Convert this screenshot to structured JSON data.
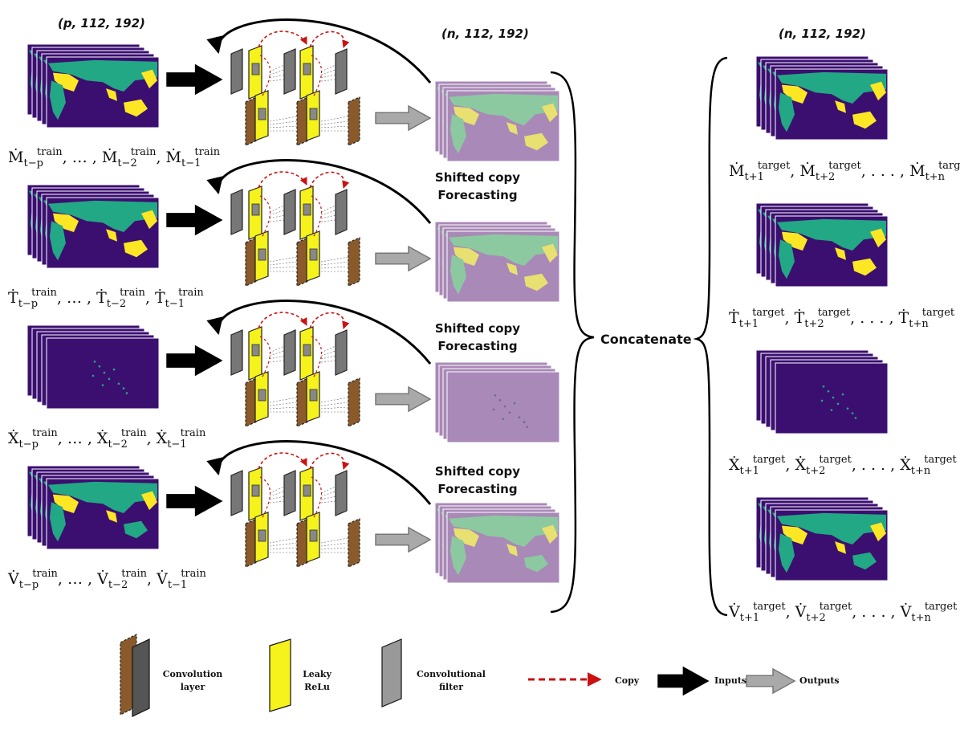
{
  "labels": {
    "input_shape": "(p, 112, 192)",
    "output_shape": "(n, 112, 192)",
    "target_shape": "(n, 112, 192)",
    "shifted_copy": "Shifted copy",
    "forecasting": "Forecasting",
    "concatenate": "Concatenate"
  },
  "rows": [
    {
      "var": "Ṁ",
      "in_caption": [
        "Ṁ",
        "train",
        "t−p",
        ", … , ",
        "Ṁ",
        "train",
        "t−2",
        ", ",
        "Ṁ",
        "train",
        "t−1"
      ],
      "tgt_caption": [
        "Ṁ",
        "target",
        "t+1",
        ", ",
        "Ṁ",
        "target",
        "t+2",
        ", . . . , ",
        "Ṁ",
        "target",
        "t+n"
      ],
      "style": "vivid"
    },
    {
      "var": "Ṫ",
      "in_caption": [
        "Ṫ",
        "train",
        "t−p",
        ", … , ",
        "Ṫ",
        "train",
        "t−2",
        ", ",
        "Ṫ",
        "train",
        "t−1"
      ],
      "tgt_caption": [
        "Ṫ",
        "target",
        "t+1",
        ", ",
        "Ṫ",
        "target",
        "t+2",
        ", . . . , ",
        "Ṫ",
        "target",
        "t+n"
      ],
      "style": "vivid"
    },
    {
      "var": "Ẋ",
      "in_caption": [
        "Ẋ",
        "train",
        "t−p",
        ", … , ",
        "Ẋ",
        "train",
        "t−2",
        ", ",
        "Ẋ",
        "train",
        "t−1"
      ],
      "tgt_caption": [
        "Ẋ",
        "target",
        "t+1",
        ", ",
        "Ẋ",
        "target",
        "t+2",
        ", . . . , ",
        "Ẋ",
        "target",
        "t+n"
      ],
      "style": "sparse"
    },
    {
      "var": "V̇",
      "in_caption": [
        "V̇",
        "train",
        "t−p",
        ", … , ",
        "V̇",
        "train",
        "t−2",
        ", ",
        "V̇",
        "train",
        "t−1"
      ],
      "tgt_caption": [
        "V̇",
        "target",
        "t+1",
        ", ",
        "V̇",
        "target",
        "t+2",
        ", . . . , ",
        "V̇",
        "target",
        "t+n"
      ],
      "style": "veg"
    }
  ],
  "legend": {
    "conv_layer": [
      "Convolution",
      "layer"
    ],
    "leaky_relu": [
      "Leaky",
      "ReLu"
    ],
    "conv_filter": [
      "Convolutional",
      "filter"
    ],
    "copy": "Copy",
    "inputs": "Inputs",
    "outputs": "Outputs"
  },
  "colors": {
    "map_bg": "#3b0f70",
    "map_land": "#22a884",
    "map_bright": "#fde725",
    "faded_bg": "#a989b7",
    "yellow": "#f5f21c",
    "brown": "#8b5a2b",
    "gray_dark": "#555555",
    "copy_red": "#cc1111"
  }
}
